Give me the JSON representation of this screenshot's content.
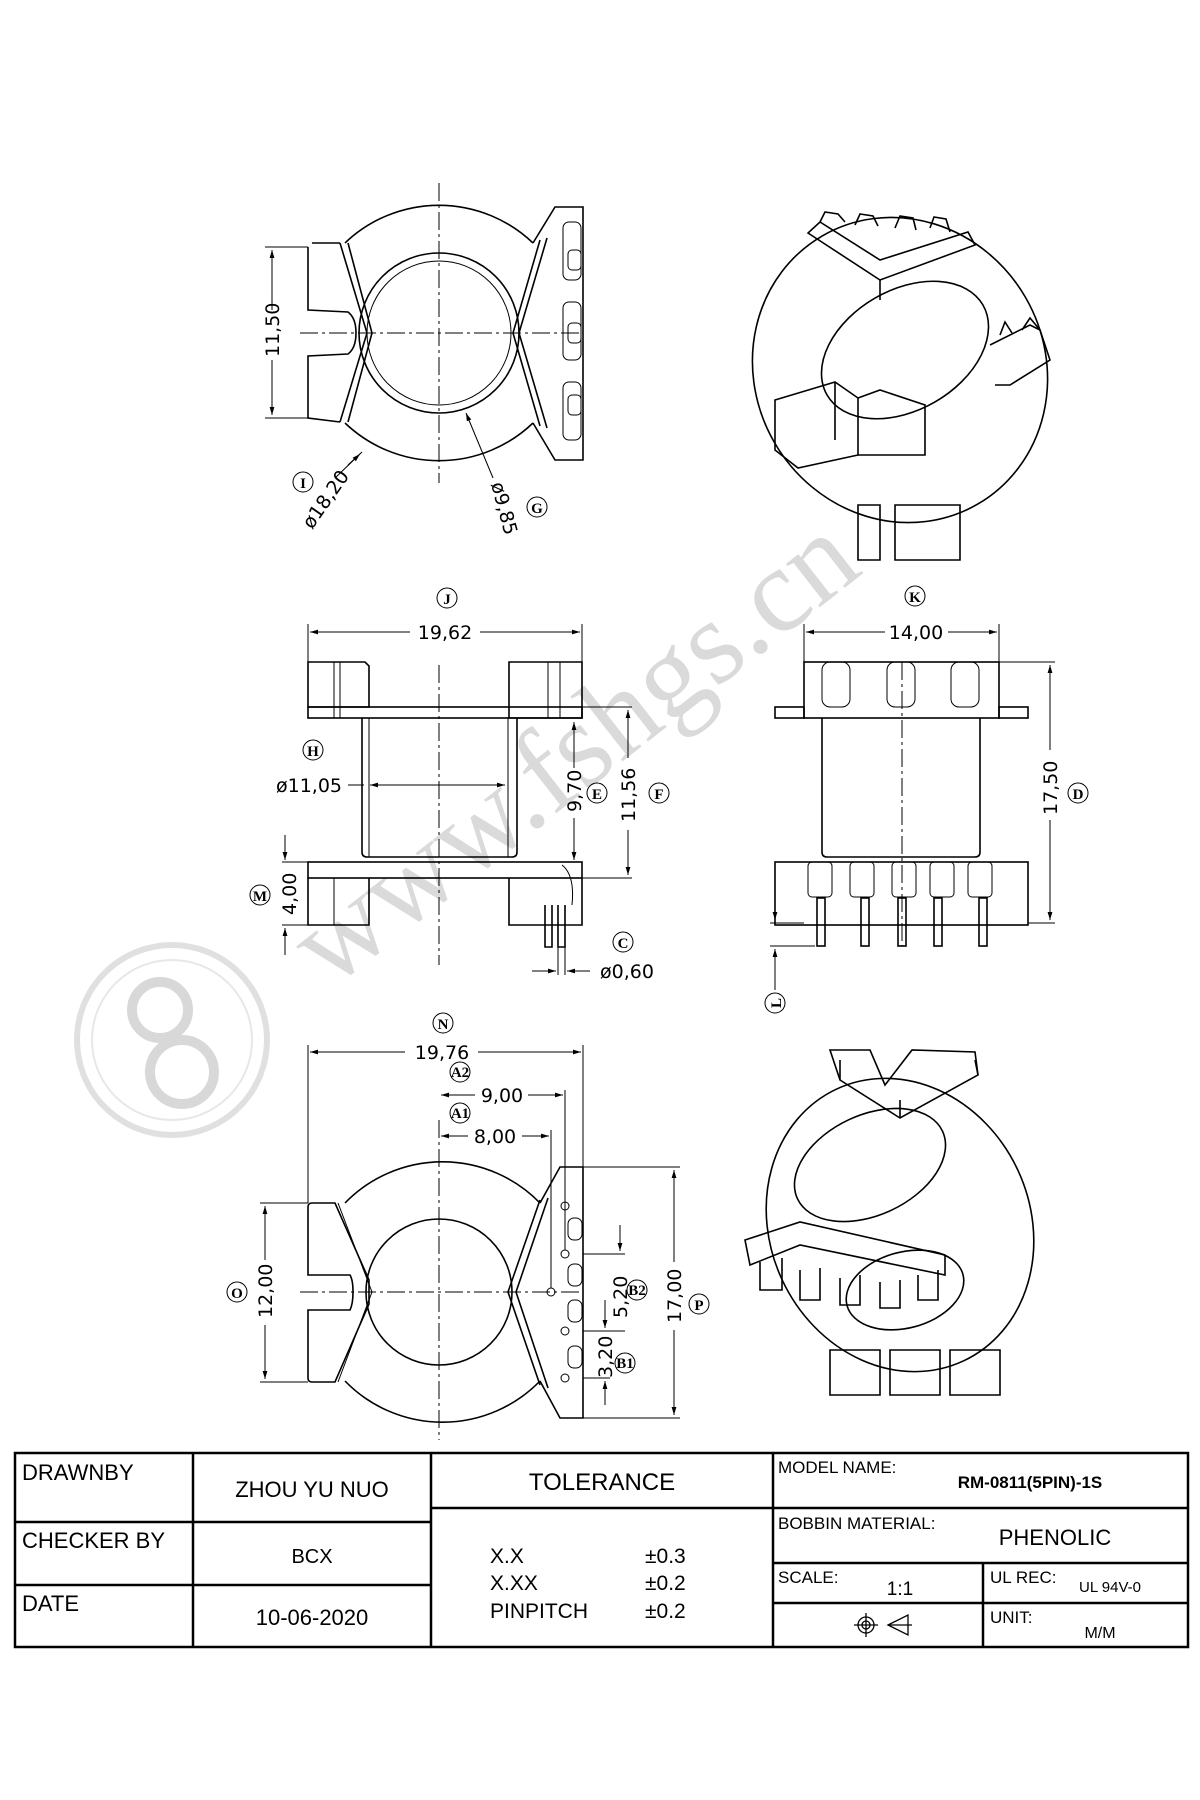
{
  "watermark": {
    "text": "www.fshgs.cn",
    "logo_text": "8"
  },
  "views": {
    "top_view": {
      "dims": [
        {
          "id": "I",
          "value": "ø18,20"
        },
        {
          "id": "G",
          "value": "ø9,85"
        },
        {
          "id": "",
          "value": "11,50"
        }
      ]
    },
    "front_view": {
      "dims": [
        {
          "id": "J",
          "value": "19,62"
        },
        {
          "id": "H",
          "value": "ø11,05"
        },
        {
          "id": "E",
          "value": "9,70"
        },
        {
          "id": "F",
          "value": "11,56"
        },
        {
          "id": "M",
          "value": "4,00"
        },
        {
          "id": "C",
          "value": "ø0,60"
        }
      ]
    },
    "side_view": {
      "dims": [
        {
          "id": "K",
          "value": "14,00"
        },
        {
          "id": "D",
          "value": "17,50"
        },
        {
          "id": "L",
          "value": ""
        }
      ]
    },
    "bottom_view": {
      "dims": [
        {
          "id": "N",
          "value": "19,76"
        },
        {
          "id": "A2",
          "value": "9,00"
        },
        {
          "id": "A1",
          "value": "8,00"
        },
        {
          "id": "O",
          "value": "12,00"
        },
        {
          "id": "P",
          "value": "17,00"
        },
        {
          "id": "B2",
          "value": "5,20"
        },
        {
          "id": "B1",
          "value": "3,20"
        }
      ]
    }
  },
  "title_block": {
    "drawn_by_label": "DRAWNBY",
    "drawn_by": "ZHOU YU NUO",
    "checker_label": "CHECKER BY",
    "checker": "BCX",
    "date_label": "DATE",
    "date": "10-06-2020",
    "tolerance_label": "TOLERANCE",
    "tolerances": [
      {
        "format": "X.X",
        "value": "±0.3"
      },
      {
        "format": "X.XX",
        "value": "±0.2"
      },
      {
        "format": "PINPITCH",
        "value": "±0.2"
      }
    ],
    "model_label": "MODEL NAME:",
    "model": "RM-0811(5PIN)-1S",
    "material_label": "BOBBIN MATERIAL:",
    "material": "PHENOLIC",
    "scale_label": "SCALE:",
    "scale": "1:1",
    "ul_label": "UL REC:",
    "ul": "UL 94V-0",
    "unit_label": "UNIT:",
    "unit": "M/M",
    "projection_symbol": "first-angle-projection-icon"
  }
}
